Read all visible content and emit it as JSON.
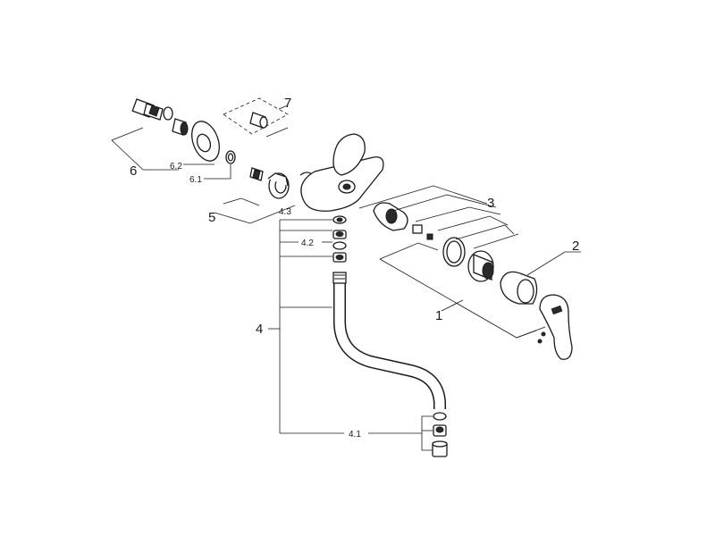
{
  "labels": {
    "l1": "1",
    "l2": "2",
    "l3": "3",
    "l4": "4",
    "l4_1": "4.1",
    "l4_2": "4.2",
    "l4_3": "4.3",
    "l5": "5",
    "l6": "6",
    "l6_1": "6.1",
    "l6_2": "6.2",
    "l7": "7"
  }
}
